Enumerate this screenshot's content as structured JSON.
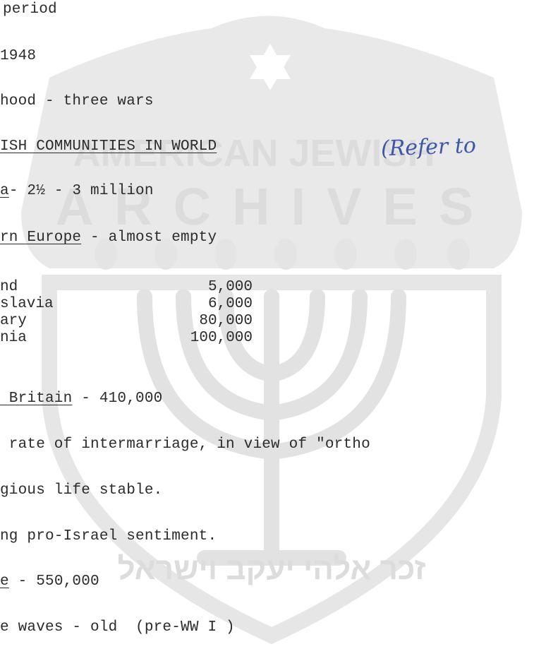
{
  "document": {
    "lines": {
      "l1": "period",
      "l2": "1948",
      "l3": "hood - three wars",
      "l4": "ISH COMMUNITIES IN WORLD",
      "l5_ul": "a",
      "l5_rest": "- 2½ - 3 million",
      "l6_ul": "rn Europe",
      "l6_rest": " - almost empty",
      "l7_ul": " Britain",
      "l7_rest": " - 410,000",
      "l8": " rate of intermarriage, in view of \"ortho",
      "l9": "gious life stable.",
      "l10": "ng pro-Israel sentiment.",
      "l11_ul": "e",
      "l11_rest": " - 550,000",
      "l12": "e waves - old  (pre-WW I )"
    },
    "table": [
      {
        "name": "nd",
        "value": "5,000"
      },
      {
        "name": "slavia",
        "value": "6,000"
      },
      {
        "name": "ary",
        "value": "80,000"
      },
      {
        "name": "nia",
        "value": "100,000"
      }
    ],
    "handwritten_note": "(Refer to"
  },
  "watermark": {
    "line1": "AMERICAN JEWISH",
    "line2": "ARCHIVES",
    "hebrew": "זכר אלהי יעקב וישראל"
  },
  "colors": {
    "ink": "#2b2b2b",
    "watermark": "#dcdcdc",
    "pen": "#3d56a8"
  }
}
